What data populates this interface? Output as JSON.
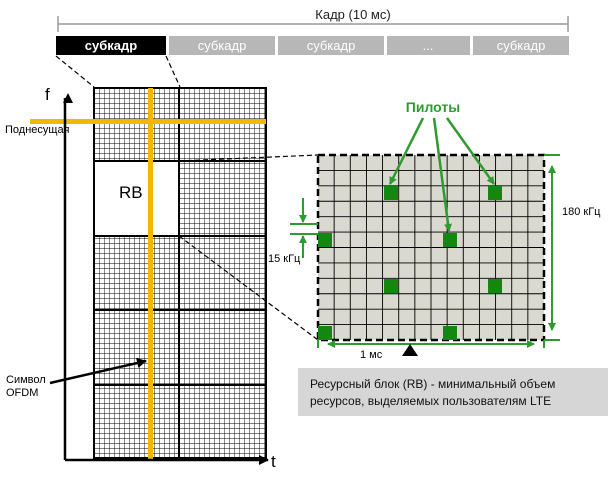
{
  "frame": {
    "label": "Кадр (10 мс)",
    "subframes": [
      {
        "label": "субкадр",
        "active": true
      },
      {
        "label": "субкадр",
        "active": false
      },
      {
        "label": "субкадр",
        "active": false
      },
      {
        "label": "...",
        "active": false
      },
      {
        "label": "субкадр",
        "active": false
      }
    ]
  },
  "axes": {
    "freq_label": "f",
    "time_label": "t"
  },
  "labels": {
    "subcarrier": "Поднесущая",
    "rb": "RB",
    "ofdm_symbol_line1": "Символ",
    "ofdm_symbol_line2": "OFDM",
    "pilots": "Пилоты",
    "bandwidth_180": "180 кГц",
    "spacing_15": "15 кГц",
    "duration_1ms": "1 мс"
  },
  "note": {
    "line1": "Ресурсный блок (RB) - минимальный объем",
    "line2": "ресурсов, выделяемых пользователям LTE"
  },
  "colors": {
    "active_subframe": "#000000",
    "inactive_subframe": "#b7b7b7",
    "highlight": "#f2b700",
    "green": "#2f9a2f",
    "pilot": "#13870f",
    "rb_fill": "#d9d9d0",
    "note_bg": "#d6d6d6"
  }
}
